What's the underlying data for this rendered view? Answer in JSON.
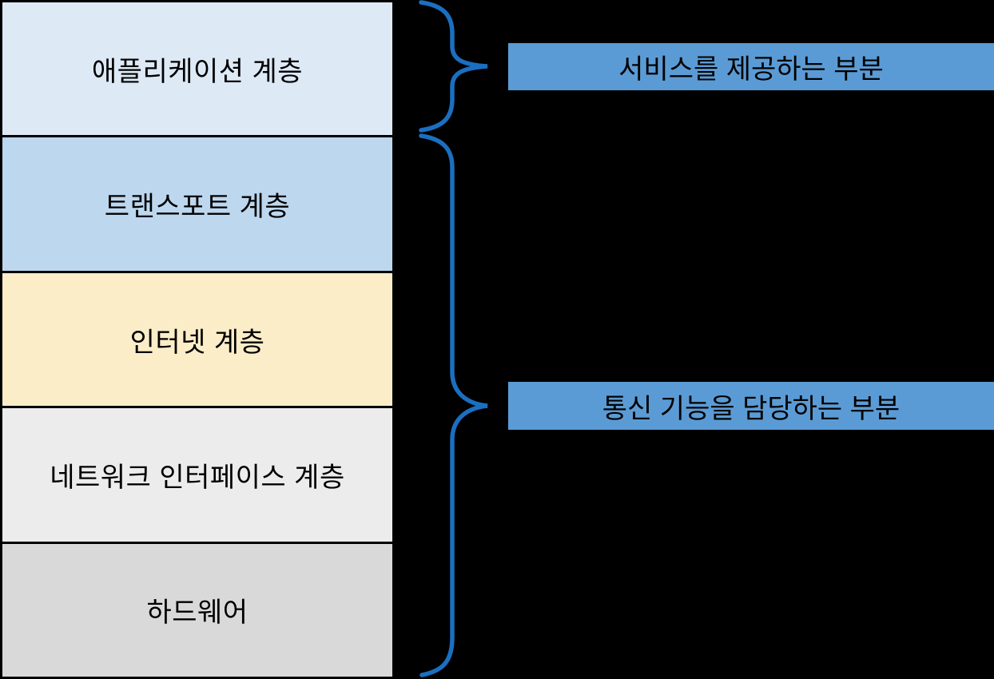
{
  "background_color": "#000000",
  "stack": {
    "border_color": "#000000",
    "text_color": "#000000",
    "layers": [
      {
        "label": "애플리케이션 계층",
        "fill": "#dde9f5"
      },
      {
        "label": "트랜스포트 계층",
        "fill": "#bdd7ee"
      },
      {
        "label": "인터넷 계층",
        "fill": "#fcedc9"
      },
      {
        "label": "네트워크 인터페이스 계층",
        "fill": "#ececec"
      },
      {
        "label": "하드웨어",
        "fill": "#d9d9d9"
      }
    ]
  },
  "annotations": {
    "bar_fill": "#5b9bd5",
    "brace_color": "#1b6fc0",
    "service": {
      "label": "서비스를 제공하는 부분"
    },
    "communication": {
      "label": "통신 기능을 담당하는 부분"
    }
  }
}
